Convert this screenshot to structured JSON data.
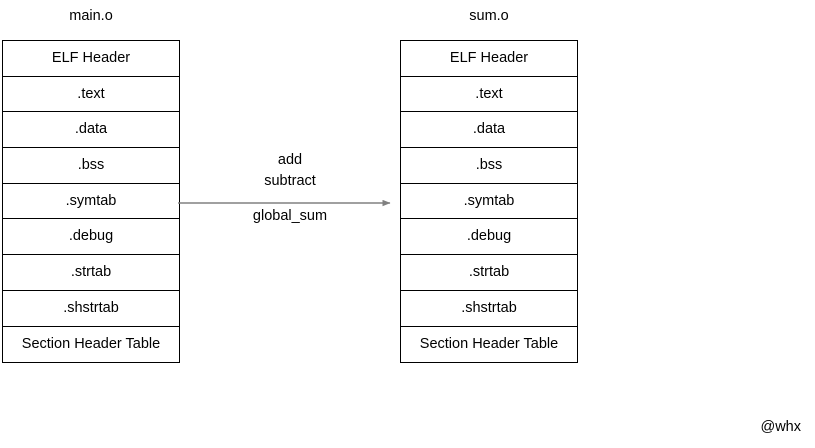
{
  "diagram": {
    "background_color": "#ffffff",
    "line_color": "#000000",
    "arrow_color": "#808080"
  },
  "objects": [
    {
      "id": "main",
      "title": "main.o",
      "sections": [
        "ELF Header",
        ".text",
        ".data",
        ".bss",
        ".symtab",
        ".debug",
        ".strtab",
        ".shstrtab",
        "Section Header Table"
      ]
    },
    {
      "id": "sum",
      "title": "sum.o",
      "sections": [
        "ELF Header",
        ".text",
        ".data",
        ".bss",
        ".symtab",
        ".debug",
        ".strtab",
        ".shstrtab",
        "Section Header Table"
      ]
    }
  ],
  "connector": {
    "labels_above": [
      "add",
      "subtract"
    ],
    "labels_below": [
      "global_sum"
    ],
    "direction": "left-to-right",
    "from": "main.o .symtab",
    "to": "sum.o .symtab"
  },
  "watermark": {
    "text": "@whx"
  }
}
